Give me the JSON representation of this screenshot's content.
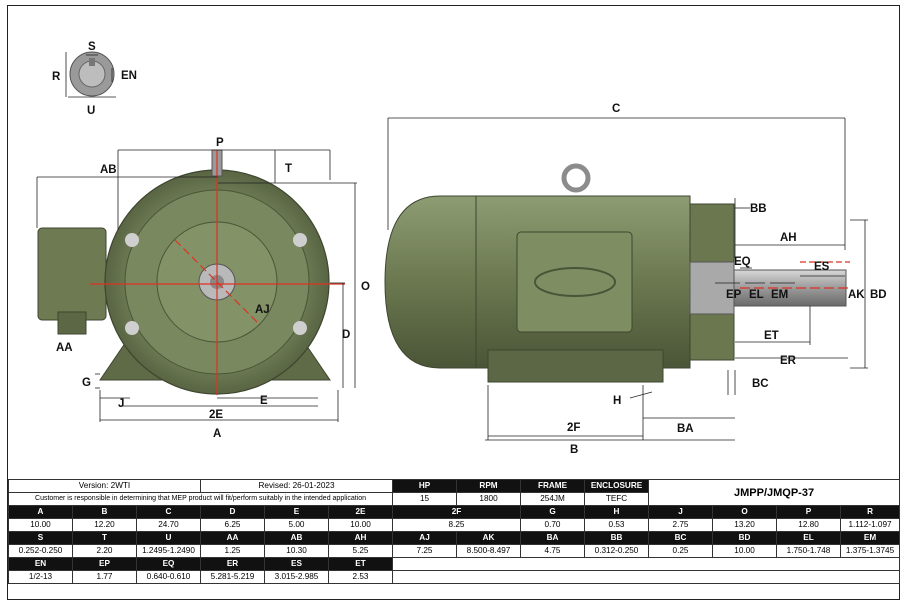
{
  "labels": {
    "S": "S",
    "R": "R",
    "EN": "EN",
    "U": "U",
    "P": "P",
    "T": "T",
    "AB": "AB",
    "O": "O",
    "AJ": "AJ",
    "D": "D",
    "AA": "AA",
    "G": "G",
    "J": "J",
    "E": "E",
    "E2": "2E",
    "A": "A",
    "C": "C",
    "BB": "BB",
    "AH": "AH",
    "EQ": "EQ",
    "ES": "ES",
    "EP": "EP",
    "EL": "EL",
    "EM": "EM",
    "AK": "AK",
    "BD": "BD",
    "ET": "ET",
    "ER": "ER",
    "BC": "BC",
    "H": "H",
    "F2": "2F",
    "BA": "BA",
    "B": "B"
  },
  "info": {
    "version": "Version: 2WTI",
    "revised": "Revised: 26-01-2023",
    "note": "Customer is responsible in determining that MEP product will fit/perform suitably in the intended application",
    "model": "JMPP/JMQP-37"
  },
  "ratings": {
    "headers": [
      "HP",
      "RPM",
      "FRAME",
      "ENCLOSURE"
    ],
    "values": [
      "15",
      "1800",
      "254JM",
      "TEFC"
    ]
  },
  "dims_rows": [
    {
      "h": [
        "A",
        "B",
        "C",
        "D",
        "E",
        "2E",
        "2F",
        "G",
        "H",
        "J",
        "O",
        "P",
        "R"
      ],
      "v": [
        "10.00",
        "12.20",
        "24.70",
        "6.25",
        "5.00",
        "10.00",
        "8.25",
        "0.70",
        "0.53",
        "2.75",
        "13.20",
        "12.80",
        "1.112-1.097"
      ]
    },
    {
      "h": [
        "S",
        "T",
        "U",
        "AA",
        "AB",
        "AH",
        "AJ",
        "AK",
        "BA",
        "BB",
        "BC",
        "BD",
        "EL",
        "EM"
      ],
      "v": [
        "0.252-0.250",
        "2.20",
        "1.2495-1.2490",
        "1.25",
        "10.30",
        "5.25",
        "7.25",
        "8.500-8.497",
        "4.75",
        "0.312-0.250",
        "0.25",
        "10.00",
        "1.750-1.748",
        "1.375-1.3745"
      ]
    },
    {
      "h": [
        "EN",
        "EP",
        "EQ",
        "ER",
        "ES",
        "ET"
      ],
      "v": [
        "1/2-13",
        "1.77",
        "0.640-0.610",
        "5.281-5.219",
        "3.015-2.985",
        "2.53"
      ]
    }
  ]
}
